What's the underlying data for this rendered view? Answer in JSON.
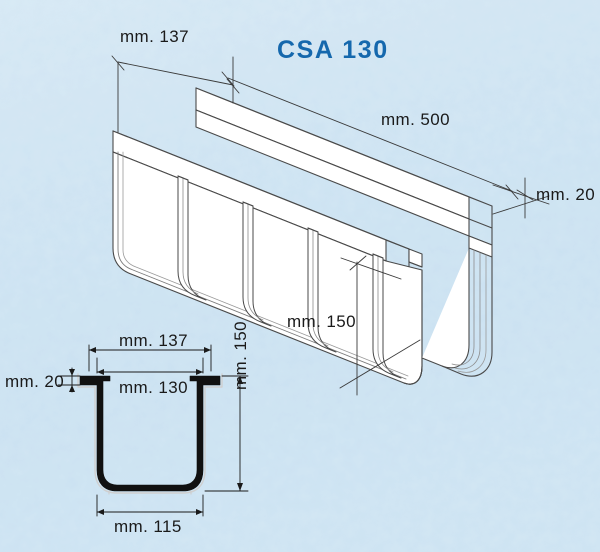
{
  "product": {
    "title": "CSA 130",
    "title_color": "#1568ad"
  },
  "theme": {
    "background_blue": "#b9d9ed",
    "background_blue_light": "#d7eaf6",
    "outline_dark": "#4a4a4a",
    "outline_black": "#111111",
    "body_white": "#ffffff",
    "text_color": "#1a1a1a"
  },
  "iso_view": {
    "name": "isometric-channel-drain",
    "dimensions": {
      "width_label": "mm. 137",
      "length_label": "mm. 500",
      "flange_label": "mm. 20",
      "depth_label": "mm. 150"
    }
  },
  "section_view": {
    "name": "cross-section-profile",
    "dimensions": {
      "outer_width_label": "mm. 137",
      "inner_width_label": "mm. 130",
      "flange_height_label": "mm. 20",
      "depth_label": "mm. 150",
      "base_width_label": "mm. 115"
    }
  },
  "measurements": {
    "outer_width_mm": 137,
    "inner_width_mm": 130,
    "base_width_mm": 115,
    "depth_mm": 150,
    "flange_mm": 20,
    "length_mm": 500
  }
}
